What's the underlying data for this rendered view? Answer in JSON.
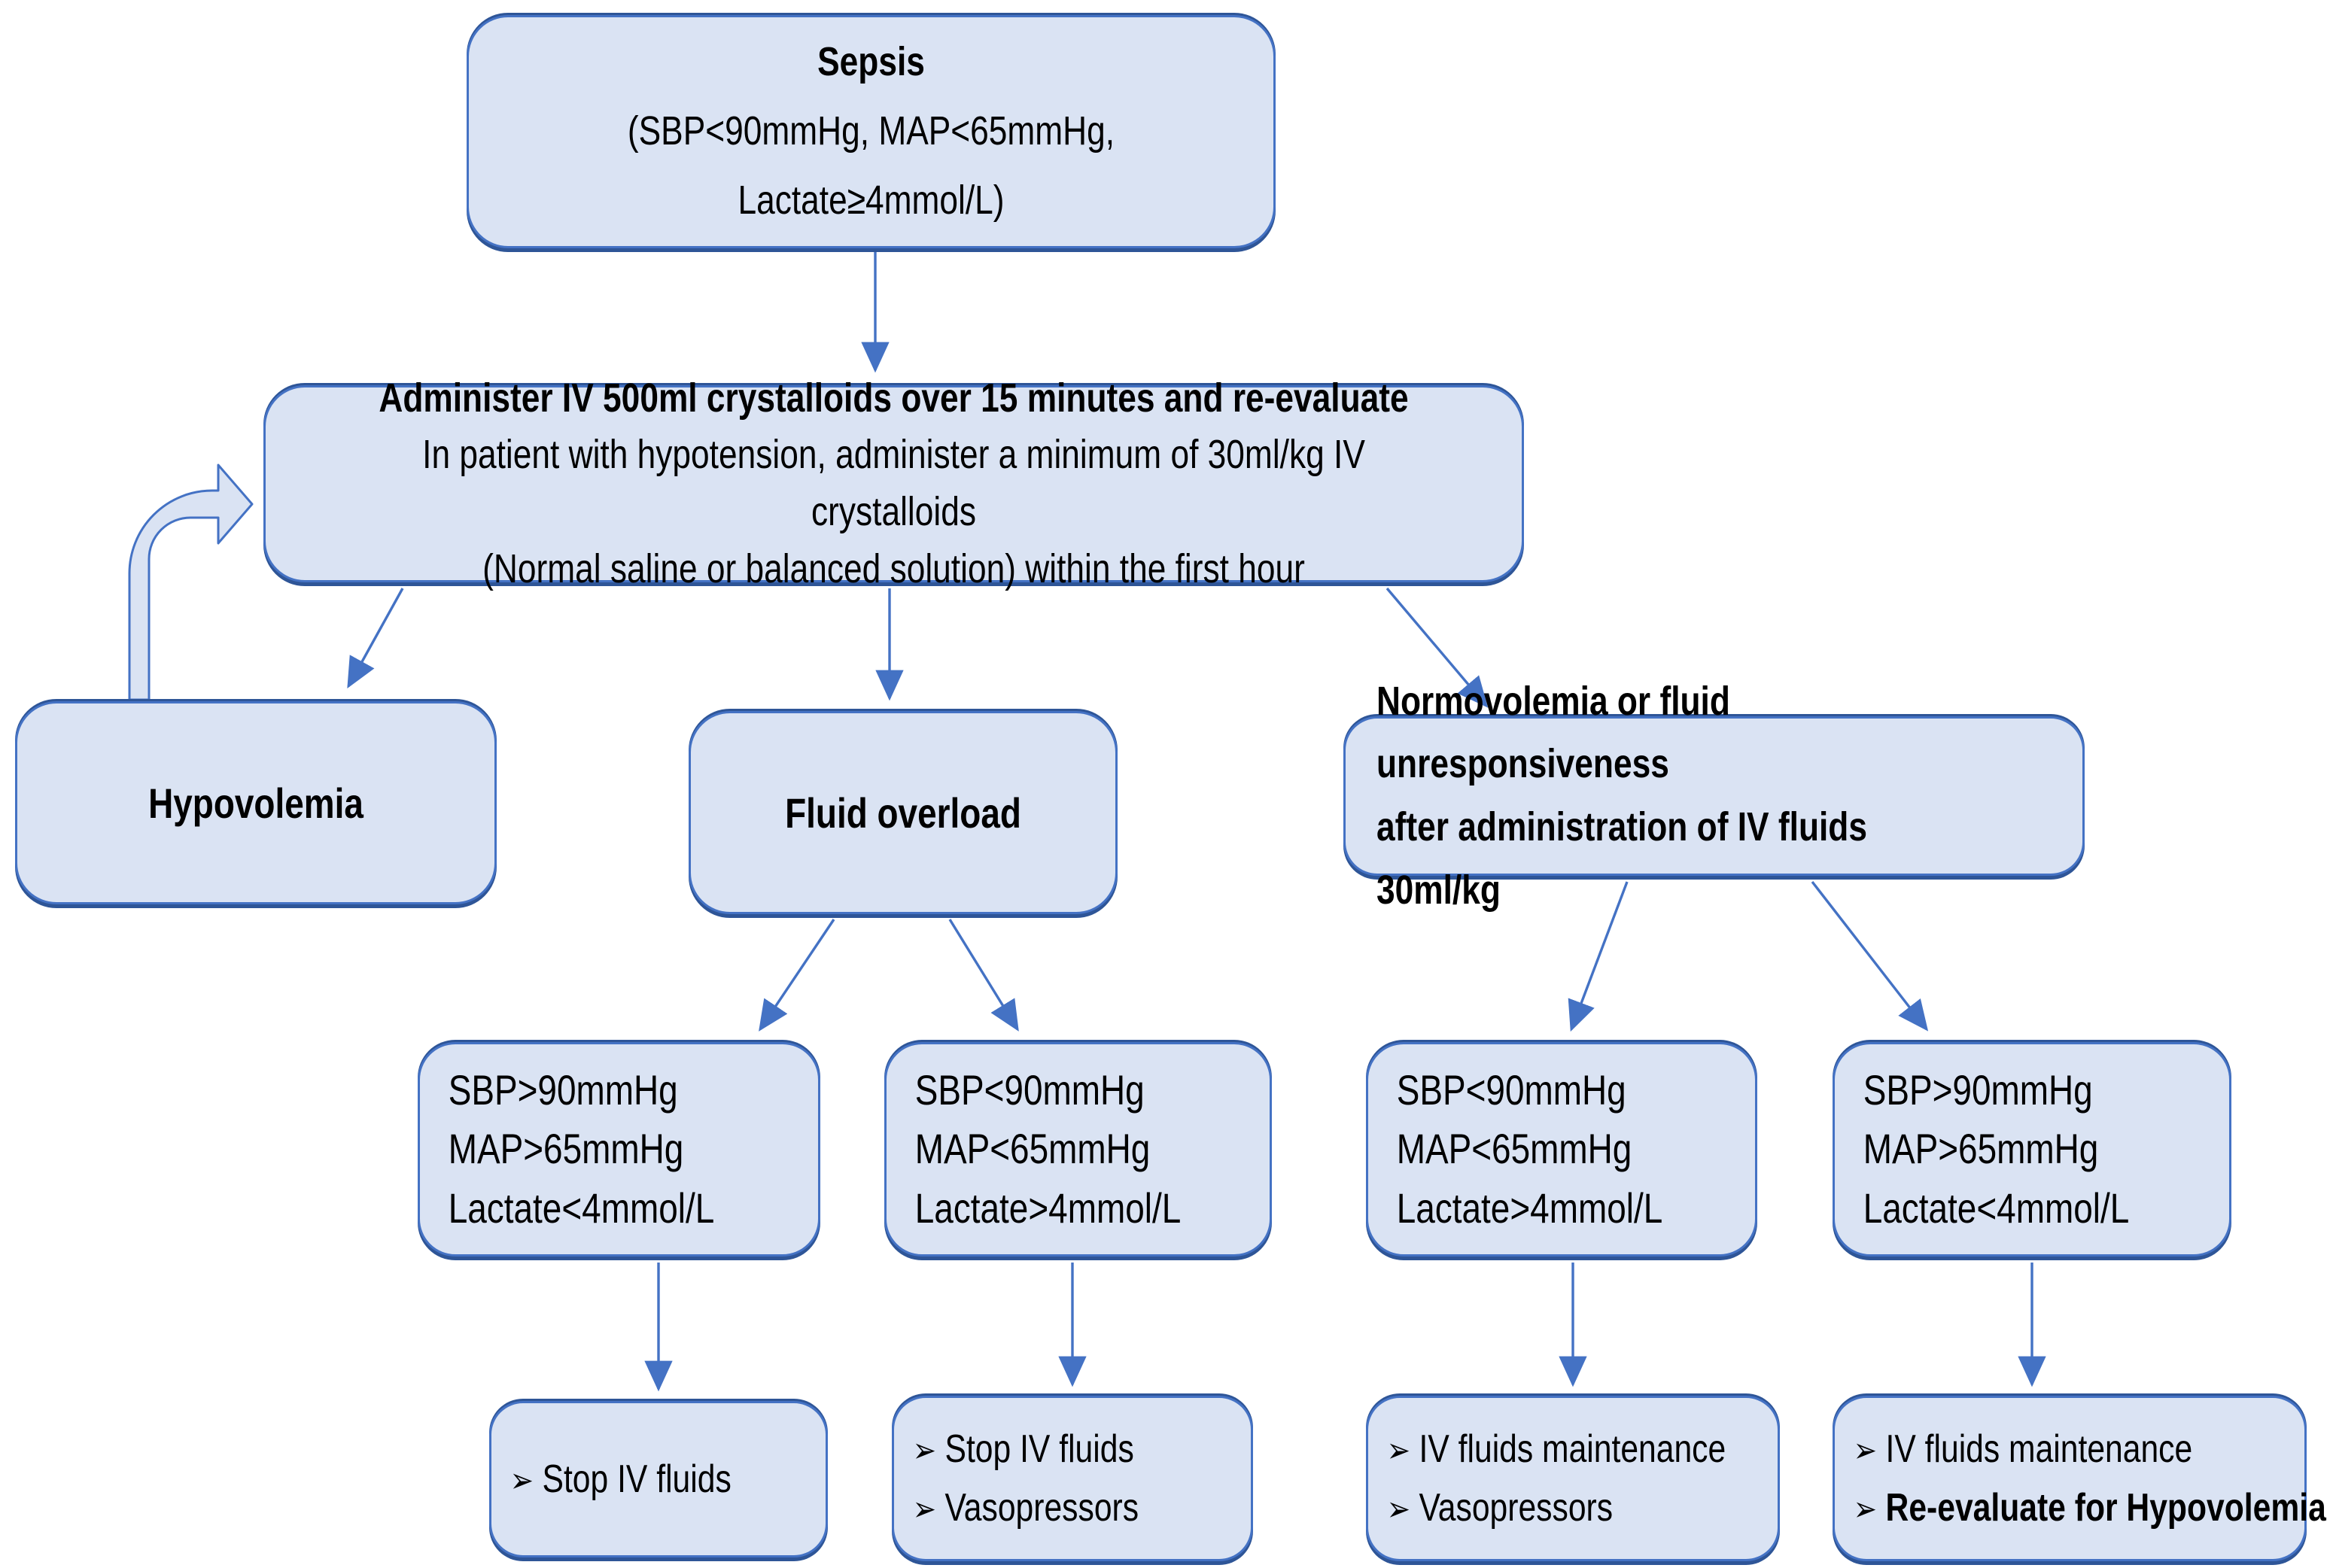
{
  "colors": {
    "box_fill": "#dae3f3",
    "box_border": "#4472c4",
    "box_edge_dark": "#2e5597",
    "arrow": "#4472c4",
    "text": "#000000",
    "background": "#ffffff"
  },
  "glyphs": {
    "bullet": "➢"
  },
  "nodes": {
    "sepsis": {
      "title": "Sepsis",
      "subtitle": "(SBP<90mmHg, MAP<65mmHg, Lactate≥4mmol/L)"
    },
    "administer": {
      "line1": "Administer IV 500ml crystalloids over 15 minutes and re-evaluate",
      "line2": "In patient with hypotension, administer a minimum of 30ml/kg IV crystalloids",
      "line3": "(Normal saline or balanced solution) within the first hour"
    },
    "hypovolemia": {
      "label": "Hypovolemia"
    },
    "fluid_overload": {
      "label": "Fluid overload"
    },
    "normovolemia": {
      "line1": "Normovolemia or fluid unresponsiveness",
      "line2": "after administration of IV fluids 30ml/kg"
    },
    "criteria1": {
      "lines": [
        "SBP>90mmHg",
        "MAP>65mmHg",
        "Lactate<4mmol/L"
      ]
    },
    "criteria2": {
      "lines": [
        "SBP<90mmHg",
        "MAP<65mmHg",
        "Lactate>4mmol/L"
      ]
    },
    "criteria3": {
      "lines": [
        "SBP<90mmHg",
        "MAP<65mmHg",
        "Lactate>4mmol/L"
      ]
    },
    "criteria4": {
      "lines": [
        "SBP>90mmHg",
        "MAP>65mmHg",
        "Lactate<4mmol/L"
      ]
    },
    "action1": {
      "items": [
        "Stop IV fluids"
      ]
    },
    "action2": {
      "items": [
        "Stop IV fluids",
        "Vasopressors"
      ]
    },
    "action3": {
      "items": [
        "IV fluids maintenance",
        "Vasopressors"
      ]
    },
    "action4": {
      "items": [
        "IV fluids maintenance",
        "Re-evaluate for Hypovolemia"
      ]
    }
  }
}
